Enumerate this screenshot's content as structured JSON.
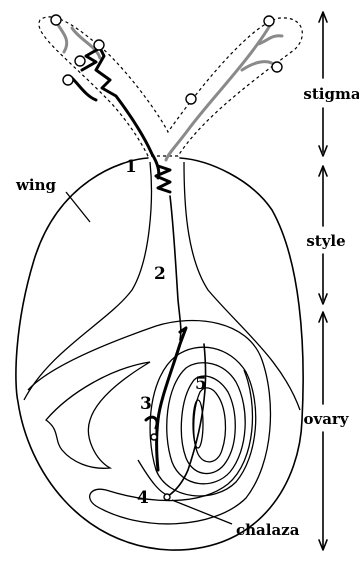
{
  "regions": {
    "stigma": "stigma",
    "style": "style",
    "ovary": "ovary"
  },
  "parts": {
    "wing": "wing",
    "chalaza": "chalaza"
  },
  "steps": [
    "1",
    "2",
    "3",
    "4",
    "5"
  ],
  "colors": {
    "line": "#000000",
    "tube_grey": "#8a8a8a",
    "background": "#ffffff"
  }
}
